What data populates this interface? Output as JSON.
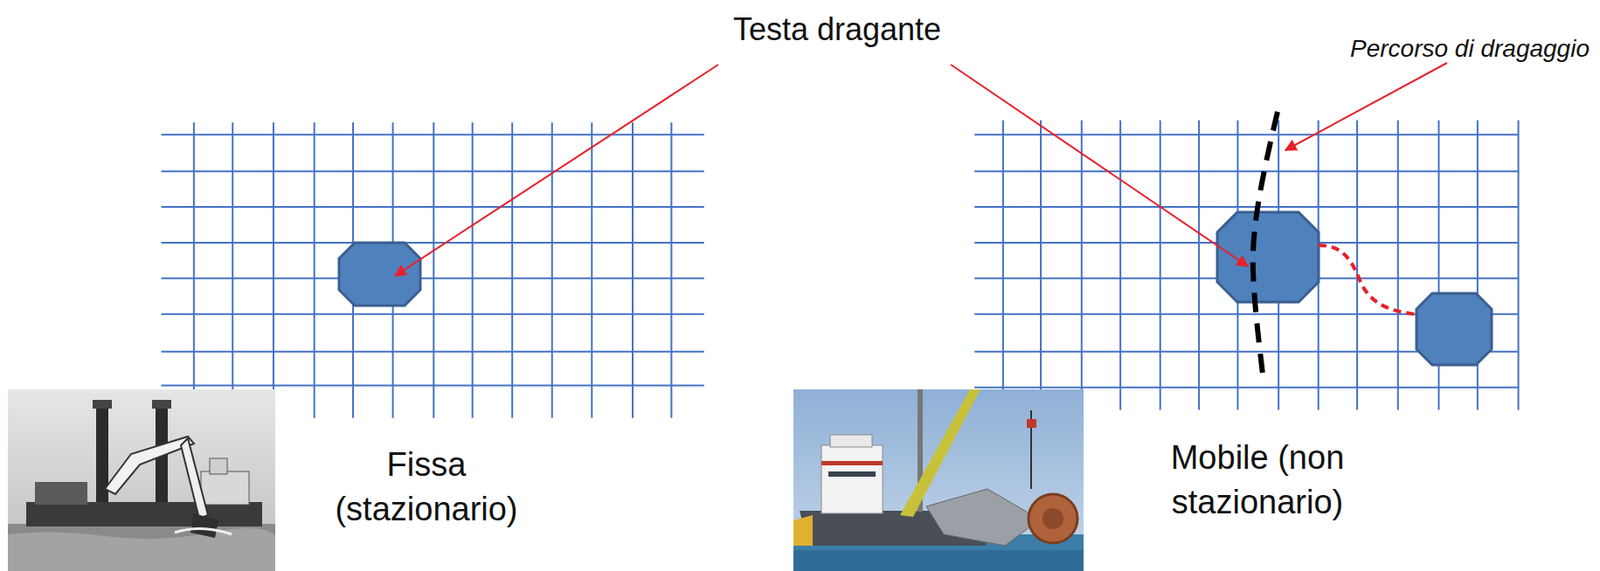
{
  "diagram": {
    "labels": [
      "Testa dragante",
      "Percorso di dragaggio",
      "Fissa (stazionario)",
      "Mobile (non stazionario)"
    ]
  }
}
